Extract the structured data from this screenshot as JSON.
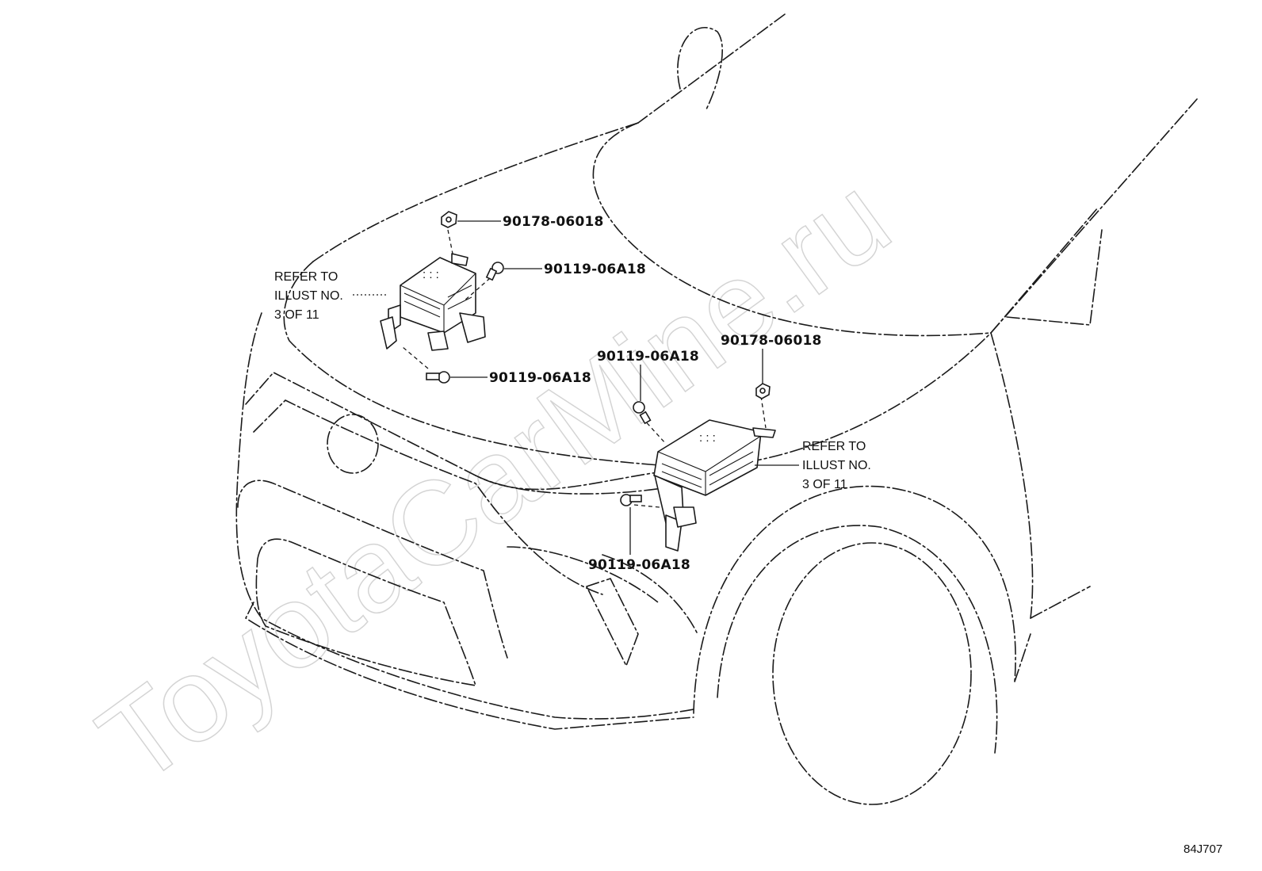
{
  "diagram": {
    "watermark": "ToyotaCarMine.ru",
    "illustration_code": "84J707",
    "callouts": {
      "left_top_nut": "90178-06018",
      "left_right_bolt": "90119-06A18",
      "left_bottom_bolt": "90119-06A18",
      "right_top_bolt": "90119-06A18",
      "right_top_nut": "90178-06018",
      "right_bottom_bolt": "90119-06A18"
    },
    "notes": {
      "left": [
        "REFER TO",
        "ILLUST NO.",
        "3 OF 11"
      ],
      "right": [
        "REFER TO",
        "ILLUST NO.",
        "3 OF 11"
      ]
    }
  }
}
